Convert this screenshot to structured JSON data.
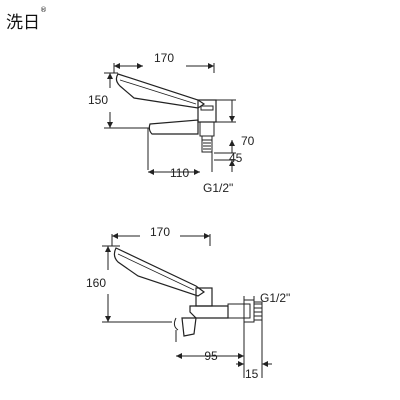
{
  "brand": {
    "name": "洗日",
    "registered_mark": "®"
  },
  "top_view": {
    "width_label": "170",
    "height_label": "150",
    "right_upper_label": "70",
    "right_lower_label": "45",
    "bottom_label": "110",
    "thread_label": "G1/2\""
  },
  "bottom_view": {
    "width_label": "170",
    "height_label": "160",
    "thread_label": "G1/2\"",
    "bottom_label": "95",
    "side_label": "15"
  }
}
